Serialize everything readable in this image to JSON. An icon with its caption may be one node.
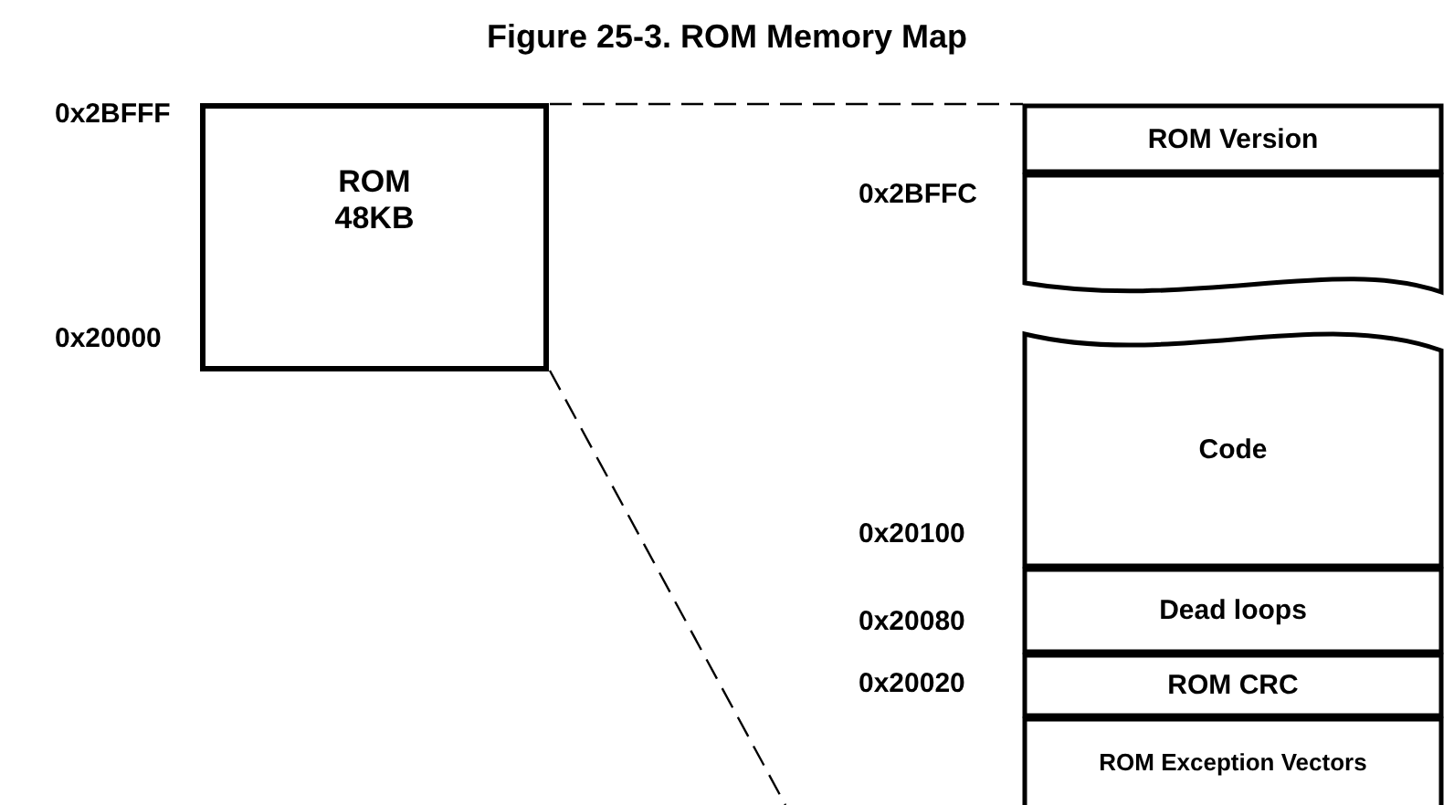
{
  "diagram": {
    "title": "Figure 25-3. ROM Memory Map",
    "nodes": [
      {
        "text": [
          "ROM 48KB"
        ]
      },
      {
        "text": [
          "ROM Version"
        ]
      },
      {
        "text": [],
        "shape": "box"
      },
      {
        "text": [
          "Code"
        ]
      },
      {
        "text": [
          "Dead loops"
        ]
      },
      {
        "text": [
          "ROM CRC"
        ]
      },
      {
        "text": [
          "ROM Exception Vectors"
        ]
      }
    ],
    "edges": [
      {
        "from": 0,
        "to": 1,
        "arrow": "none",
        "style": "dashed"
      },
      {
        "from": 0,
        "to": null,
        "arrow": "none",
        "style": "dashed"
      }
    ],
    "labels": [
      "0x2BFFF",
      "0x20000",
      "0x2BFFC",
      "0x20100",
      "0x20080",
      "0x20020"
    ]
  }
}
